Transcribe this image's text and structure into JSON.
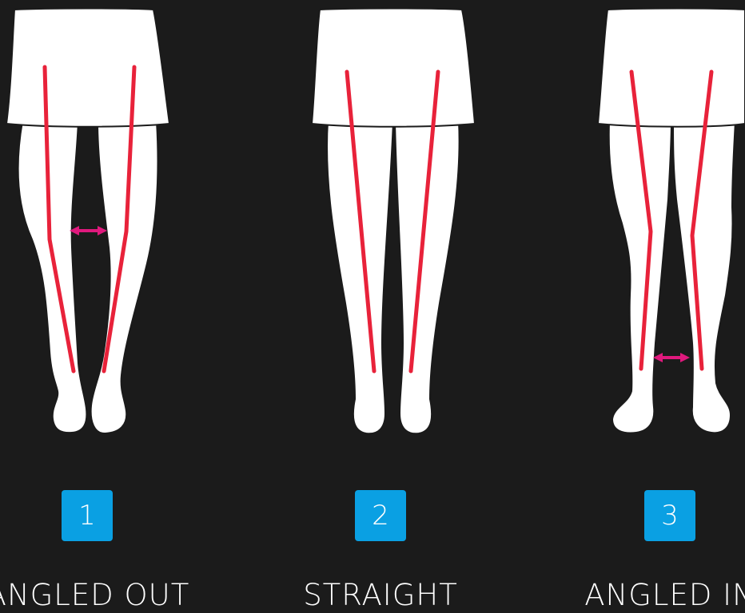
{
  "panels": [
    {
      "number": "1",
      "label": "ANGLED OUT"
    },
    {
      "number": "2",
      "label": "STRAIGHT"
    },
    {
      "number": "3",
      "label": "ANGLED IN"
    }
  ],
  "colors": {
    "background": "#1b1b1b",
    "figure_fill": "#ffffff",
    "outline": "#1b1b1b",
    "leg_axis_line": "#e8223a",
    "gap_arrow": "#e0197d",
    "badge": "#0aa0e3",
    "text": "#ffffff"
  }
}
